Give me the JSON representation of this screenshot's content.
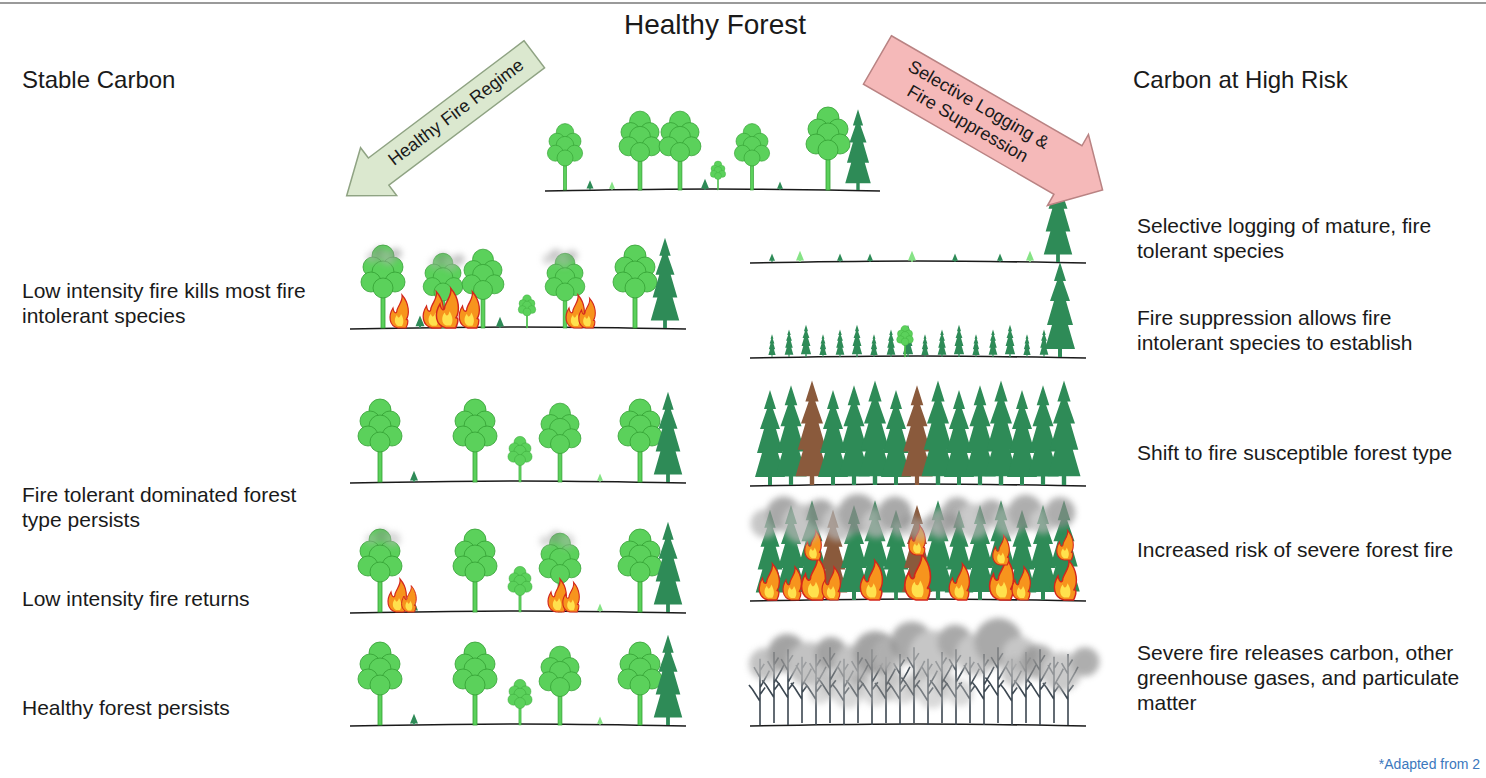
{
  "diagram": {
    "title": "Healthy Forest",
    "nodes": [
      {
        "text": [
          "Healthy Fire Regime"
        ]
      },
      {
        "text": [
          "Selective Logging & Fire Suppression"
        ]
      }
    ],
    "labels": [
      "Stable Carbon",
      "Carbon at High Risk",
      "Low intensity fire kills most fire intolerant species",
      "Fire tolerant dominated forest type persists",
      "Low intensity fire returns",
      "Healthy forest persists",
      "Selective logging of mature, fire tolerant species",
      "Fire suppression allows fire intolerant species to establish",
      "Shift to fire susceptible forest type",
      "Increased risk of severe forest fire",
      "Severe fire releases carbon, other greenhouse gases, and particulate matter",
      "*Adapted from 2"
    ]
  }
}
